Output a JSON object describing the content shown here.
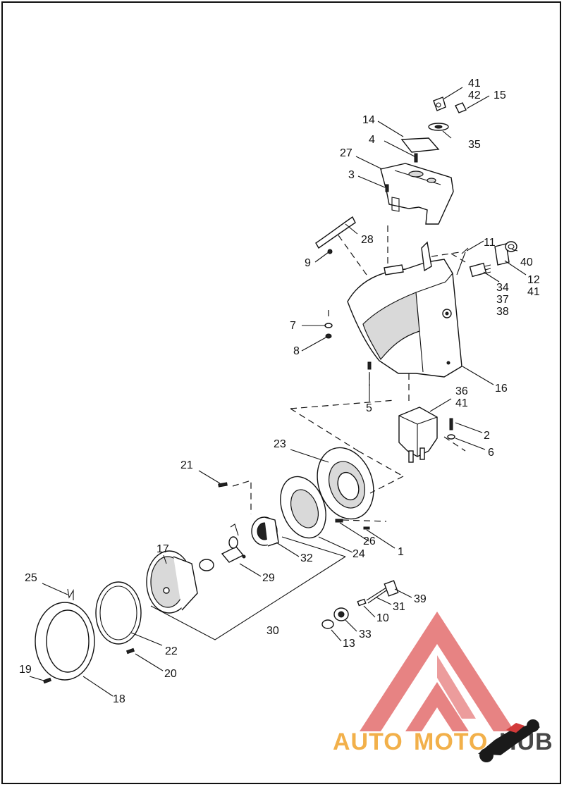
{
  "callouts": {
    "c1": "1",
    "c2": "2",
    "c3": "3",
    "c4": "4",
    "c5": "5",
    "c6": "6",
    "c7": "7",
    "c8": "8",
    "c9": "9",
    "c10": "10",
    "c11": "11",
    "c12": "12",
    "c13": "13",
    "c14": "14",
    "c15": "15",
    "c16": "16",
    "c17": "17",
    "c18": "18",
    "c19": "19",
    "c20": "20",
    "c21": "21",
    "c22": "22",
    "c23": "23",
    "c24": "24",
    "c25": "25",
    "c26": "26",
    "c27": "27",
    "c28": "28",
    "c29": "29",
    "c30": "30",
    "c31": "31",
    "c32": "32",
    "c33": "33",
    "c34": "34",
    "c35": "35",
    "c36": "36",
    "c37": "37",
    "c38": "38",
    "c39": "39",
    "c40": "40",
    "c41a": "41",
    "c41b": "41",
    "c41c": "41",
    "c42": "42"
  },
  "watermark": {
    "part1": "AUTO",
    "part2": "MOTO",
    "part3": "HUB",
    "color_red": "#e05a5a",
    "color_orange": "#f2b04a",
    "color_dark": "#1a1a1a"
  }
}
